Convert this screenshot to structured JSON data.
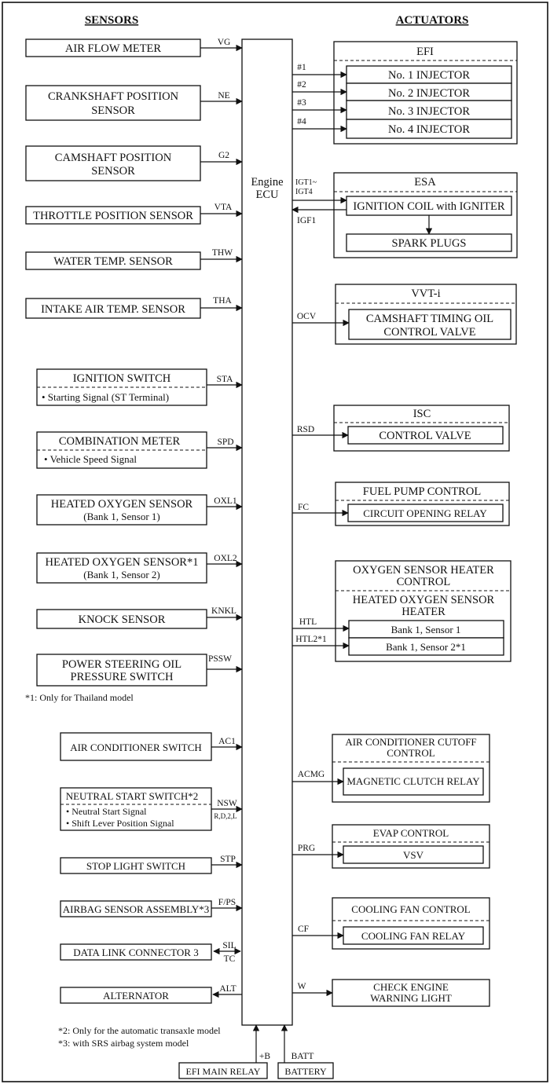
{
  "headers": {
    "sensors": "SENSORS",
    "actuators": "ACTUATORS"
  },
  "ecu": {
    "line1": "Engine",
    "line2": "ECU"
  },
  "sensors": [
    {
      "lines": [
        "AIR FLOW METER"
      ],
      "signal": "VG"
    },
    {
      "lines": [
        "CRANKSHAFT POSITION",
        "SENSOR"
      ],
      "signal": "NE"
    },
    {
      "lines": [
        "CAMSHAFT POSITION",
        "SENSOR"
      ],
      "signal": "G2"
    },
    {
      "lines": [
        "THROTTLE POSITION SENSOR"
      ],
      "signal": "VTA"
    },
    {
      "lines": [
        "WATER TEMP. SENSOR"
      ],
      "signal": "THW"
    },
    {
      "lines": [
        "INTAKE AIR TEMP. SENSOR"
      ],
      "signal": "THA"
    },
    {
      "lines": [
        "IGNITION SWITCH"
      ],
      "sublines": [
        "•  Starting Signal (ST Terminal)"
      ],
      "signal": "STA"
    },
    {
      "lines": [
        "COMBINATION METER"
      ],
      "sublines": [
        "•  Vehicle Speed Signal"
      ],
      "signal": "SPD"
    },
    {
      "lines": [
        "HEATED OXYGEN SENSOR",
        "(Bank 1, Sensor 1)"
      ],
      "signal": "OXL1"
    },
    {
      "lines": [
        "HEATED OXYGEN SENSOR*1",
        "(Bank 1, Sensor 2)"
      ],
      "signal": "OXL2"
    },
    {
      "lines": [
        "KNOCK SENSOR"
      ],
      "signal": "KNKL"
    },
    {
      "lines": [
        "POWER STEERING OIL",
        "PRESSURE SWITCH"
      ],
      "signal": "PSSW"
    },
    {
      "lines": [
        "AIR CONDITIONER SWITCH"
      ],
      "signal": "AC1"
    },
    {
      "lines": [
        "NEUTRAL START SWITCH*2"
      ],
      "sublines": [
        "•  Neutral Start Signal",
        "•  Shift Lever Position Signal"
      ],
      "signal": "NSW",
      "signal2": "R,D,2,L"
    },
    {
      "lines": [
        "STOP LIGHT SWITCH"
      ],
      "signal": "STP"
    },
    {
      "lines": [
        "AIRBAG SENSOR ASSEMBLY*3"
      ],
      "signal": "F/PS"
    },
    {
      "lines": [
        "DATA LINK CONNECTOR 3"
      ],
      "signal": "SIL",
      "signal2": "TC"
    },
    {
      "lines": [
        "ALTERNATOR"
      ],
      "signal": "ALT"
    }
  ],
  "actuators": {
    "efi": {
      "title": "EFI",
      "items": [
        "No. 1 INJECTOR",
        "No. 2 INJECTOR",
        "No. 3 INJECTOR",
        "No. 4 INJECTOR"
      ],
      "signals": [
        "#1",
        "#2",
        "#3",
        "#4"
      ]
    },
    "esa": {
      "title": "ESA",
      "coil": "IGNITION COIL with IGNITER",
      "plugs": "SPARK PLUGS",
      "signal_out": "IGT1~",
      "signal_out2": "IGT4",
      "signal_in": "IGF1"
    },
    "vvt": {
      "title": "VVT-i",
      "lines": [
        "CAMSHAFT TIMING OIL",
        "CONTROL VALVE"
      ],
      "signal": "OCV"
    },
    "isc": {
      "title": "ISC",
      "item": "CONTROL VALVE",
      "signal": "RSD"
    },
    "fuel": {
      "title": "FUEL PUMP CONTROL",
      "item": "CIRCUIT OPENING RELAY",
      "signal": "FC"
    },
    "o2heater": {
      "title": [
        "OXYGEN SENSOR HEATER",
        "CONTROL"
      ],
      "subtitle": [
        "HEATED OXYGEN SENSOR",
        "HEATER"
      ],
      "items": [
        "Bank 1, Sensor 1",
        "Bank 1, Sensor 2*1"
      ],
      "signals": [
        "HTL",
        "HTL2*1"
      ]
    },
    "ac": {
      "title": [
        "AIR CONDITIONER CUTOFF",
        "CONTROL"
      ],
      "item": "MAGNETIC CLUTCH RELAY",
      "signal": "ACMG"
    },
    "evap": {
      "title": "EVAP CONTROL",
      "item": "VSV",
      "signal": "PRG"
    },
    "fan": {
      "title": "COOLING FAN CONTROL",
      "item": "COOLING FAN RELAY",
      "signal": "CF"
    },
    "cel": {
      "lines": [
        "CHECK ENGINE",
        "WARNING LIGHT"
      ],
      "signal": "W"
    }
  },
  "power": {
    "relay": "EFI MAIN RELAY",
    "relay_signal": "+B",
    "battery": "BATTERY",
    "battery_signal": "BATT"
  },
  "notes": {
    "n1": "*1: Only for Thailand model",
    "n2": "*2: Only for the automatic transaxle model",
    "n3": "*3: with SRS airbag system model"
  }
}
